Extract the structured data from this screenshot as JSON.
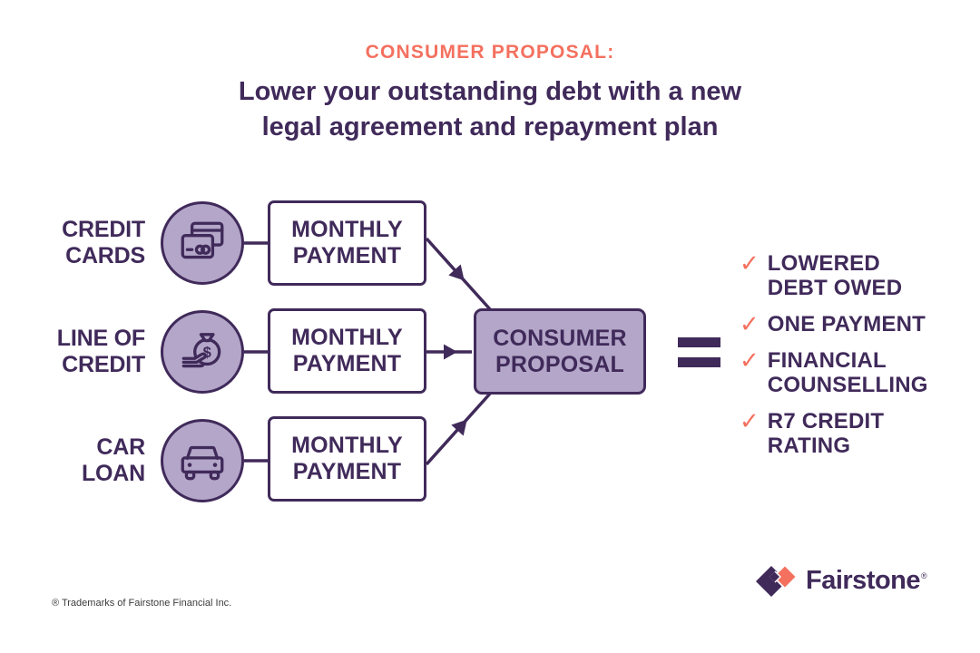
{
  "colors": {
    "purple": "#402a5a",
    "light_purple": "#b3a6c8",
    "coral": "#f4705f",
    "footer_gray": "#3c3c3c"
  },
  "header": {
    "kicker": "CONSUMER PROPOSAL:",
    "title_lines": [
      "Lower your outstanding debt with a new",
      "legal agreement and repayment plan"
    ]
  },
  "flow": {
    "sources": [
      {
        "icon": "credit-cards-icon",
        "label_lines": [
          "CREDIT",
          "CARDS"
        ],
        "payment_label_lines": [
          "MONTHLY",
          "PAYMENT"
        ]
      },
      {
        "icon": "money-bag-icon",
        "label_lines": [
          "LINE OF",
          "CREDIT"
        ],
        "payment_label_lines": [
          "MONTHLY",
          "PAYMENT"
        ]
      },
      {
        "icon": "car-icon",
        "label_lines": [
          "CAR",
          "LOAN"
        ],
        "payment_label_lines": [
          "MONTHLY",
          "PAYMENT"
        ]
      }
    ],
    "result_lines": [
      "CONSUMER",
      "PROPOSAL"
    ],
    "equals_symbol": "="
  },
  "benefits": {
    "items": [
      {
        "check": "✓",
        "lines": [
          "LOWERED",
          "DEBT OWED"
        ]
      },
      {
        "check": "✓",
        "lines": [
          "ONE PAYMENT"
        ]
      },
      {
        "check": "✓",
        "lines": [
          "FINANCIAL",
          "COUNSELLING"
        ]
      },
      {
        "check": "✓",
        "lines": [
          "R7 CREDIT",
          "RATING"
        ]
      }
    ]
  },
  "footer": {
    "trademark": "® Trademarks of Fairstone Financial Inc.",
    "brand": "Fairstone",
    "brand_registered": "®"
  }
}
